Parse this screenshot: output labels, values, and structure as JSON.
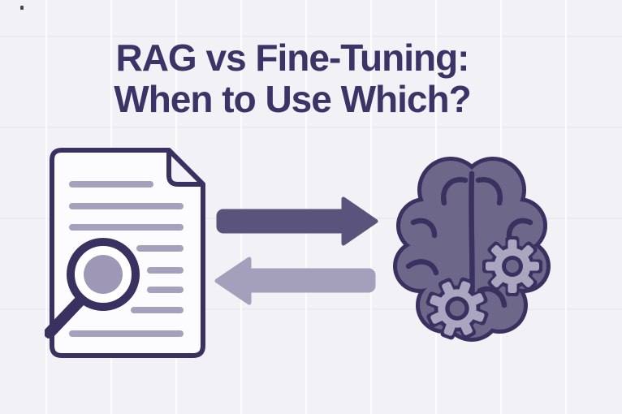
{
  "title": {
    "line1": "RAG vs Fine-Tuning:",
    "line2": "When to Use Which?"
  },
  "illustration": {
    "left_icon": "document-with-magnifier",
    "right_icon": "brain-with-gears",
    "arrow_forward": "arrow-pointing-right",
    "arrow_backward": "arrow-pointing-left"
  },
  "colors": {
    "background": "#f2f1f6",
    "title_text": "#3c3467",
    "outline": "#3a3160",
    "brain_fill": "#6d6889",
    "gear_fill": "#aaa6bf",
    "arrow_dark": "#5a537b",
    "arrow_light": "#a49fba",
    "page_fill": "#fcfbfe",
    "fold_fill": "#f4f3f9",
    "line_muted": "#a5a0bc",
    "lens_fill": "#9e98b6"
  }
}
